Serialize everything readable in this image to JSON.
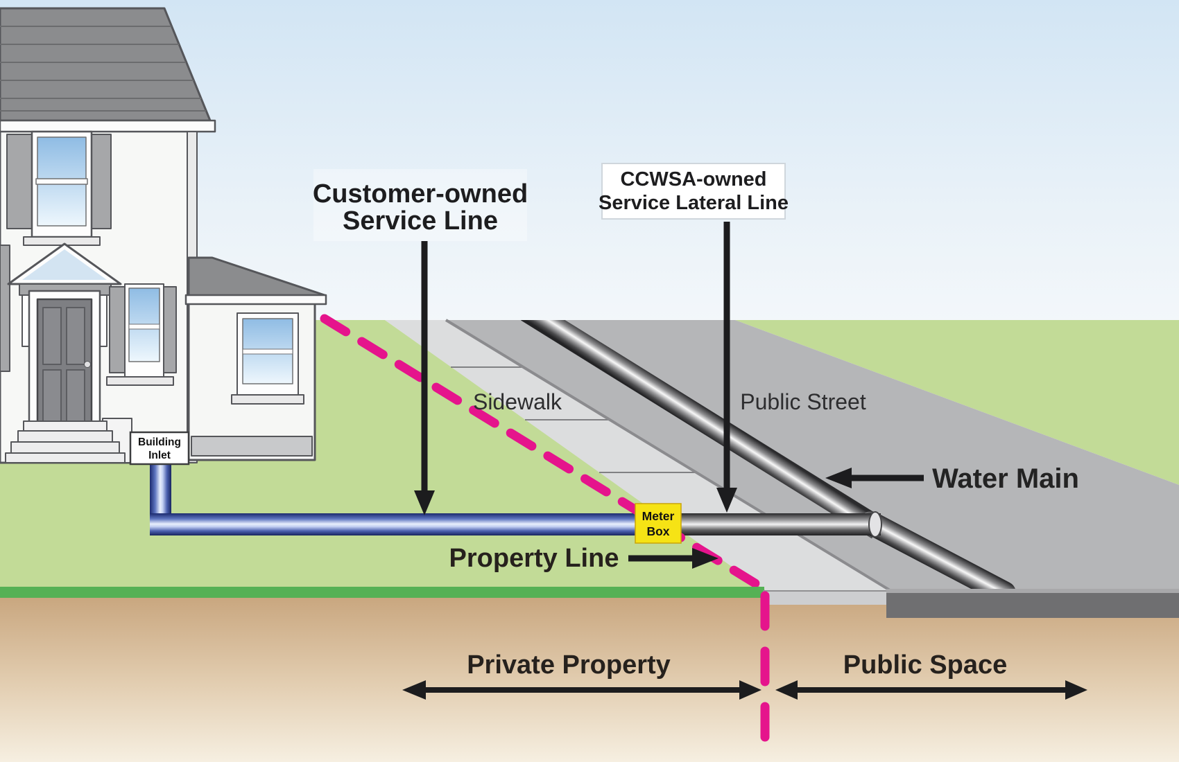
{
  "labels": {
    "customer_service_line": {
      "line1": "Customer-owned",
      "line2": "Service Line"
    },
    "ccwsa_lateral": {
      "line1": "CCWSA-owned",
      "line2": "Service Lateral Line"
    },
    "sidewalk": "Sidewalk",
    "public_street": "Public Street",
    "water_main": "Water Main",
    "property_line": "Property Line",
    "meter_box": {
      "line1": "Meter",
      "line2": "Box"
    },
    "building_inlet": {
      "line1": "Building",
      "line2": "Inlet"
    },
    "private_property": "Private Property",
    "public_space": "Public Space"
  },
  "colors": {
    "sky_top": "#d2e5f4",
    "sky_bottom": "#f3f7fa",
    "grass": "#c2db97",
    "grass_edge_strip": "#55b155",
    "sidewalk_gray": "#dcddde",
    "street_gray": "#b5b6b8",
    "street_cross_section": "#6f6f71",
    "earth_top": "#c5a178",
    "earth_bottom": "#f6efe1",
    "property_line_pink": "#e5148c",
    "service_line_blue": "#2a3a8c",
    "meter_box_yellow": "#f6e315",
    "pipe_metal_gray": "#8e8e90",
    "house_wall": "#f7f8f6",
    "roof_gray": "#8b8c8e"
  }
}
